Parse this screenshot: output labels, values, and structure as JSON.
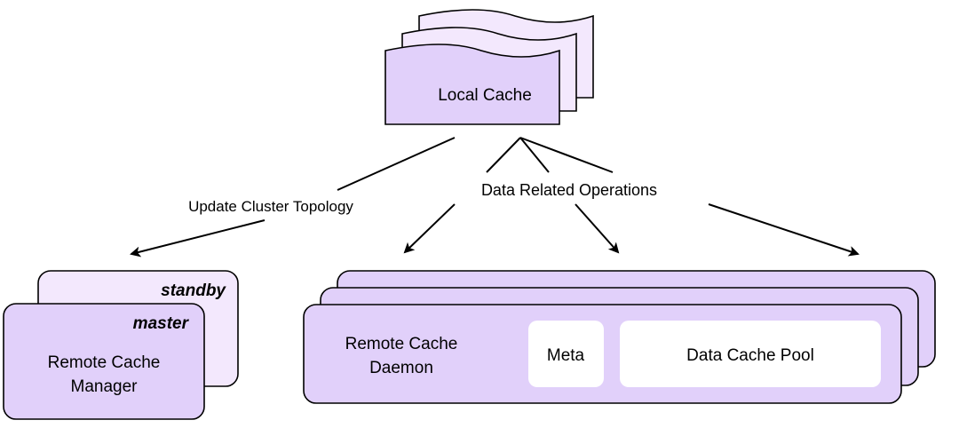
{
  "colors": {
    "fill_dark": "#e1d0fa",
    "fill_light": "#f3e8fd",
    "stroke": "#000000",
    "inner_box": "#ffffff"
  },
  "local_cache": {
    "label": "Local Cache"
  },
  "edges": {
    "update_topology": "Update Cluster Topology",
    "data_ops": "Data Related Operations"
  },
  "manager": {
    "standby_label": "standby",
    "master_label": "master",
    "name_line1": "Remote Cache",
    "name_line2": "Manager"
  },
  "daemon": {
    "name_line1": "Remote Cache",
    "name_line2": "Daemon",
    "meta_label": "Meta",
    "pool_label": "Data Cache Pool"
  }
}
